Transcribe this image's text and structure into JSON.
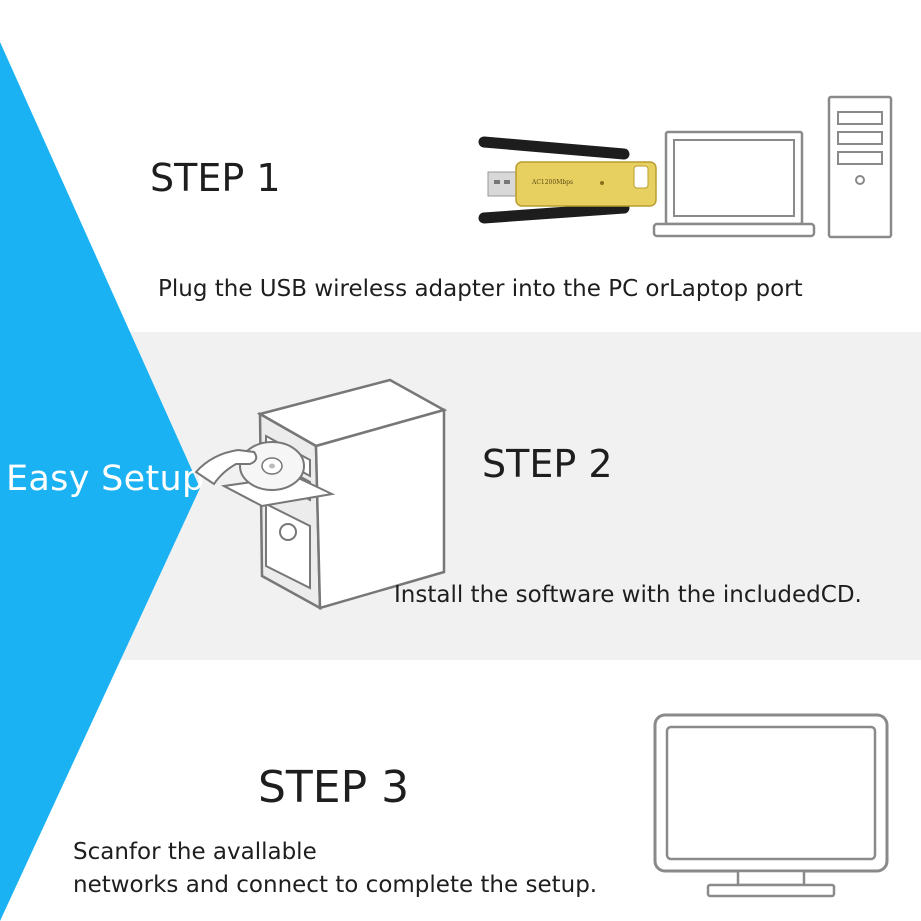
{
  "side_label": "Easy Setup",
  "steps": [
    {
      "title": "STEP 1",
      "description": "Plug the USB wireless adapter into the PC orLaptop port"
    },
    {
      "title": "STEP 2",
      "description": "Install the software with the includedCD."
    },
    {
      "title": "STEP 3",
      "description_lines": [
        "Scanfor the avallable",
        "networks and connect to complete the setup."
      ]
    }
  ],
  "adapter_label": "AC1200Mbps",
  "colors": {
    "accent_blue": "#1ab2f2",
    "band_gray": "#f1f1f1",
    "adapter_gold": "#e8d060",
    "outline_gray": "#8a8a8a"
  },
  "icons": [
    "usb-adapter-icon",
    "laptop-icon",
    "desktop-tower-icon",
    "cd-tower-icon",
    "monitor-icon"
  ]
}
